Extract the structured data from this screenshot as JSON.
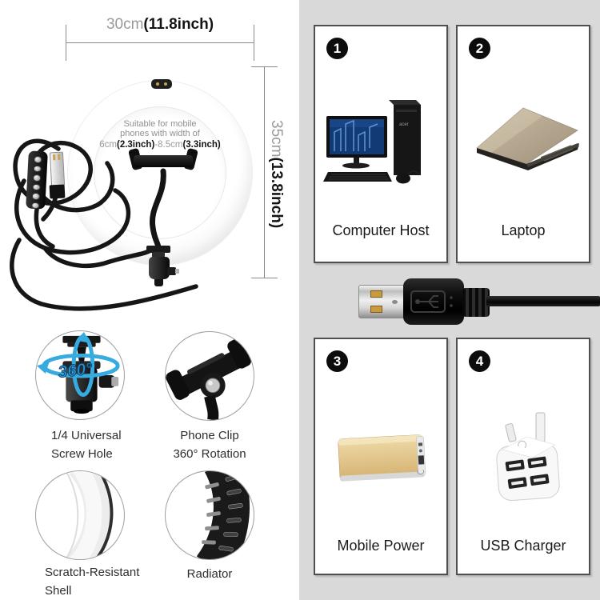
{
  "colors": {
    "panel_bg": "#d9d9d9",
    "accent_blue": "#36abe0",
    "dim_gray_text": "#9a9a9a",
    "dim_bold_text": "#141414",
    "gold": "#c9a24d"
  },
  "dimension_width": {
    "value": "30cm",
    "inch": "(11.8inch)"
  },
  "dimension_height": {
    "value": "35cm",
    "inch": "(13.8inch)"
  },
  "ring_note": {
    "line1": "Suitable for mobile",
    "line2": "phones with width of",
    "seg1": "6cm",
    "seg2": "(2.3inch)",
    "seg3": "-8.5cm",
    "seg4": "(3.3inch)"
  },
  "power_sources": {
    "items": [
      {
        "num": "1",
        "label": "Computer Host"
      },
      {
        "num": "2",
        "label": "Laptop"
      },
      {
        "num": "3",
        "label": "Mobile Power"
      },
      {
        "num": "4",
        "label": "USB Charger"
      }
    ]
  },
  "box1_brand": "acer",
  "features": [
    {
      "line1": "1/4 Universal",
      "line2": "Screw Hole",
      "badge": "360°"
    },
    {
      "line1": "Phone Clip",
      "line2": "360° Rotation"
    },
    {
      "line1": "Scratch-Resistant",
      "line2": "Shell"
    },
    {
      "line1": "Radiator",
      "line2": ""
    }
  ]
}
